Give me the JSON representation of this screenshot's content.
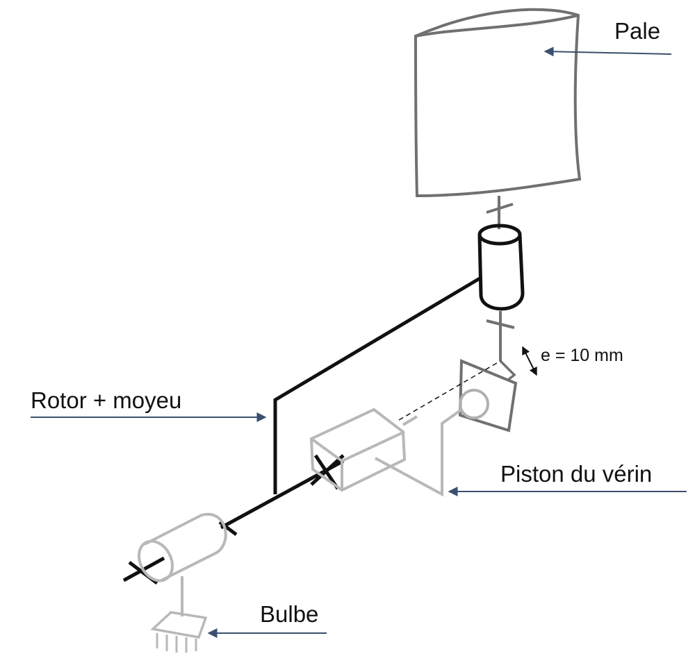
{
  "labels": {
    "pale": "Pale",
    "rotor": "Rotor + moyeu",
    "piston": "Piston du vérin",
    "bulbe": "Bulbe",
    "eccentricity": "e = 10 mm"
  },
  "colors": {
    "dark": "#111111",
    "mid": "#707070",
    "light": "#b8b8b8",
    "arrow": "#3b4f6e"
  }
}
